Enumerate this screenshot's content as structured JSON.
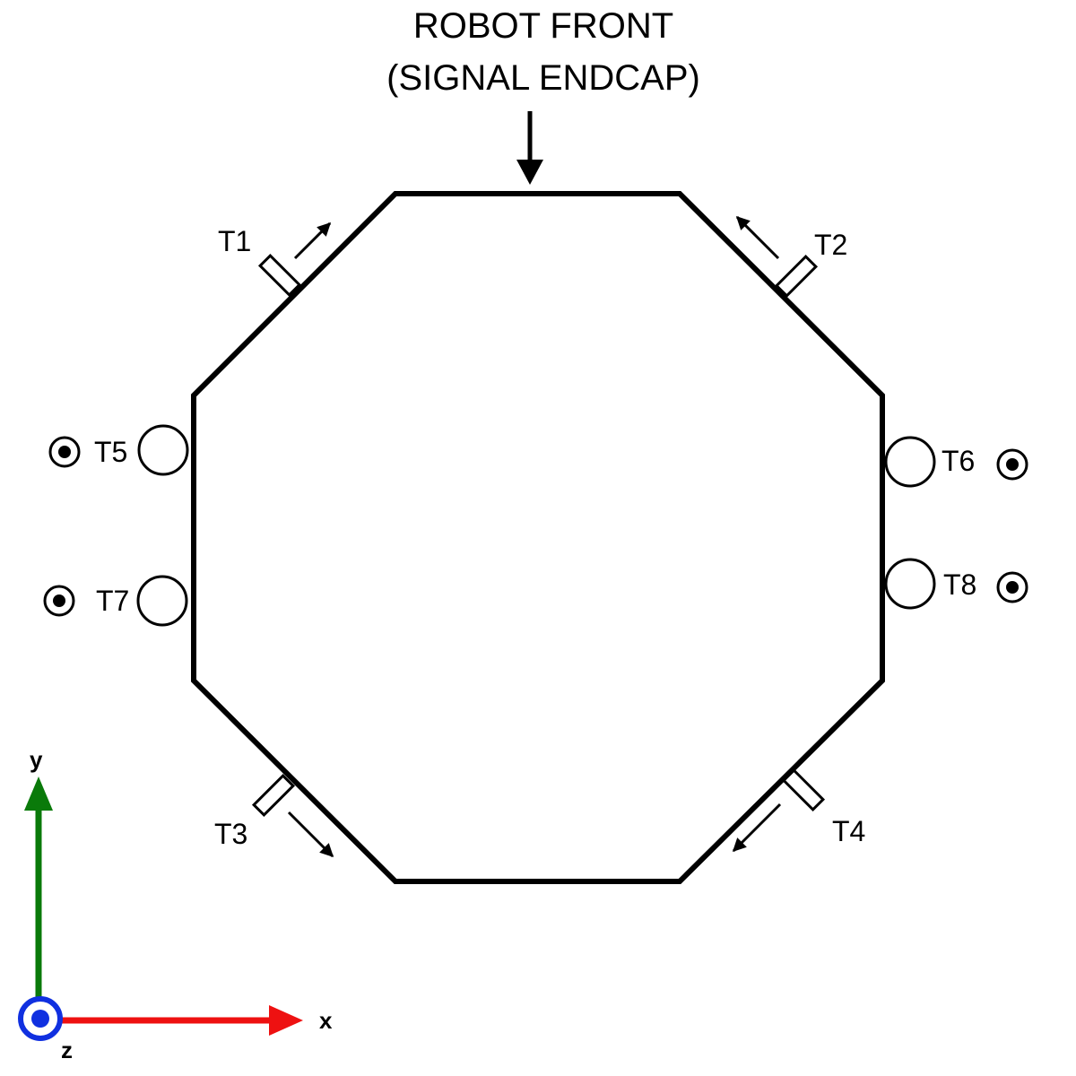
{
  "title": {
    "line1": "ROBOT FRONT",
    "line2": "(SIGNAL ENDCAP)"
  },
  "thrusters": {
    "t1": "T1",
    "t2": "T2",
    "t3": "T3",
    "t4": "T4",
    "t5": "T5",
    "t6": "T6",
    "t7": "T7",
    "t8": "T8"
  },
  "axes": {
    "x": "x",
    "y": "y",
    "z": "z",
    "x_color": "#ee1111",
    "y_color": "#0a7a0a",
    "z_color": "#1030e0"
  }
}
